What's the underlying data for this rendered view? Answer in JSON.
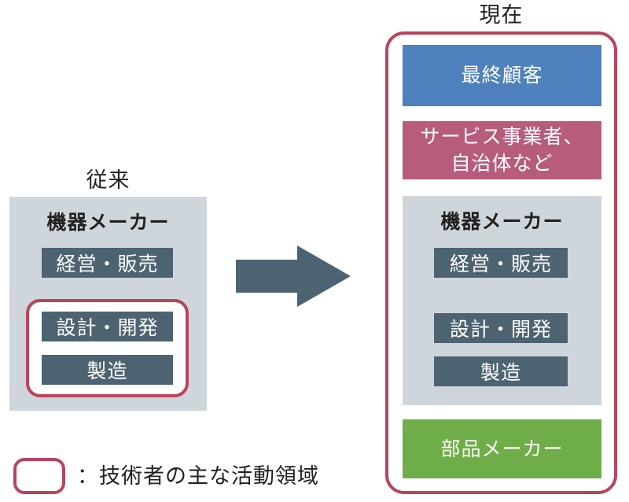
{
  "colors": {
    "dark_slate": "#4d6371",
    "panel_gray": "#cfd6db",
    "blue": "#4e81bd",
    "rose": "#b85c7b",
    "green": "#6fad49",
    "red_outline": "#b8455a",
    "text_dark": "#221f1f",
    "white": "#ffffff"
  },
  "left": {
    "title": "従来",
    "panel_title": "機器メーカー",
    "management": "経営・販売",
    "design": "設計・開発",
    "manufacturing": "製造"
  },
  "arrow": {
    "meaning": "transition-from-conventional-to-current"
  },
  "right": {
    "title": "現在",
    "end_customer": "最終顧客",
    "service_line1": "サービス事業者、",
    "service_line2": "自治体など",
    "panel_title": "機器メーカー",
    "management": "経営・販売",
    "design": "設計・開発",
    "manufacturing": "製造",
    "parts_maker": "部品メーカー"
  },
  "legend": {
    "label": "：技術者の主な活動領域"
  }
}
